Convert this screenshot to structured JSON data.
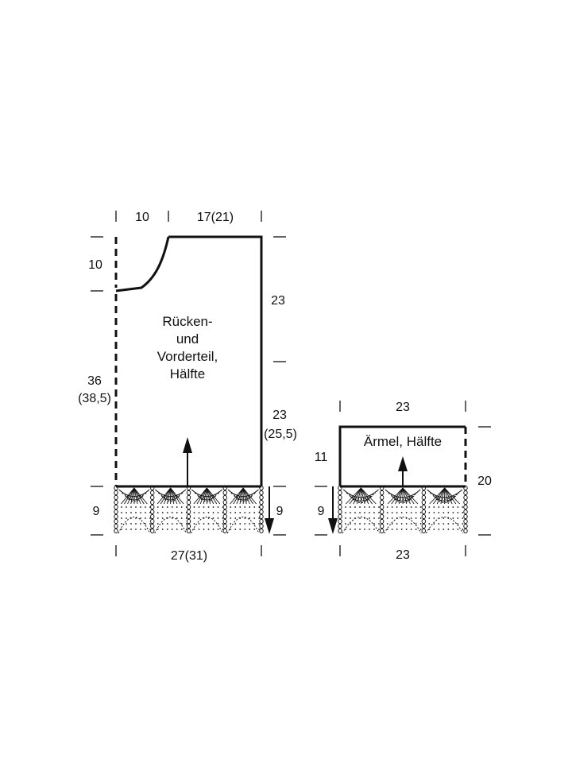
{
  "body_piece": {
    "label_lines": [
      "Rücken-",
      "und",
      "Vorderteil,",
      "Hälfte"
    ],
    "dims": {
      "top_neck": "10",
      "top_shoulder": "17(21)",
      "left_neck_depth": "10",
      "left_length": "36",
      "left_length_alt": "(38,5)",
      "left_border": "9",
      "right_upper": "23",
      "right_lower": "23",
      "right_lower_alt": "(25,5)",
      "right_border": "9",
      "bottom_width": "27(31)"
    }
  },
  "sleeve_piece": {
    "label": "Ärmel, Hälfte",
    "dims": {
      "top_width": "23",
      "left_height": "11",
      "left_border": "9",
      "right_height": "20",
      "bottom_width": "23"
    }
  }
}
